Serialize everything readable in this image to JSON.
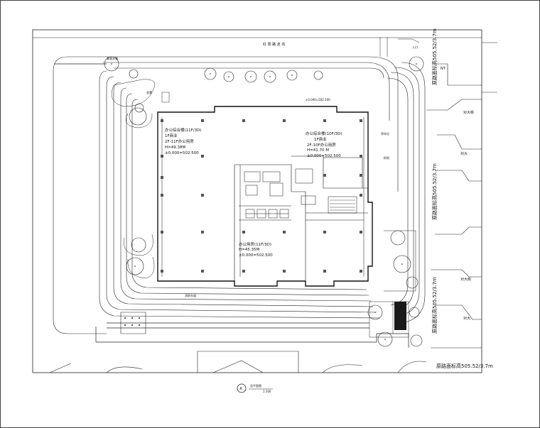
{
  "street_top": "红 阳 路 走 向",
  "north_badge": "NT",
  "bldg_a": {
    "title": "办公综合楼(11F/3D)",
    "l1": "1F商业",
    "l2": "2F-11F办公用房",
    "h": "H=49.38M",
    "pm": "±0.000=502.500"
  },
  "bldg_b": {
    "title": "办公综合楼(10F/3D)",
    "l1": "1F商业",
    "l2": "2F-10F办公用房",
    "h": "H=41.70 M",
    "pm": "±0.000=502.500"
  },
  "bldg_c": {
    "title": "办公用房(11F/3D)",
    "h": "H=45.35M",
    "pm": "±0.000=502.500"
  },
  "road_levels": {
    "r1": "原路面标高505.52/3.7m",
    "r2": "原路面标高505.52/3.7m",
    "r3": "原路面标高505.52/3.7m",
    "r4": "原路面标高505.52/3.7m"
  },
  "side_right": [
    "对",
    "对",
    "对",
    "对"
  ],
  "caption": {
    "circle": "A",
    "title": "总平面图",
    "scale": "1:300"
  },
  "small_labels": {
    "a": "景观水景",
    "b": "坐凳",
    "c": "消防车道",
    "d": "树池",
    "e": "停车位"
  }
}
